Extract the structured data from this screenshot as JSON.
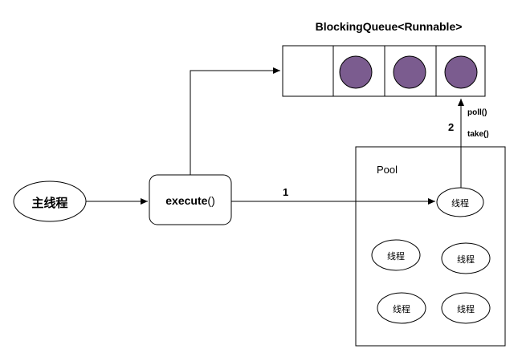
{
  "title": "BlockingQueue<Runnable>",
  "main_thread": "主线程",
  "execute": {
    "name": "execute",
    "parens": "()"
  },
  "pool": {
    "label": "Pool",
    "threads": [
      "线程",
      "线程",
      "线程",
      "线程",
      "线程"
    ]
  },
  "edges": {
    "step1": "1",
    "step2": "2",
    "poll": "poll()",
    "take": "take()"
  },
  "queue": {
    "slots": 4,
    "filled": [
      false,
      true,
      true,
      true
    ]
  },
  "colors": {
    "token": "#7b5c8f",
    "stroke": "#000000"
  }
}
